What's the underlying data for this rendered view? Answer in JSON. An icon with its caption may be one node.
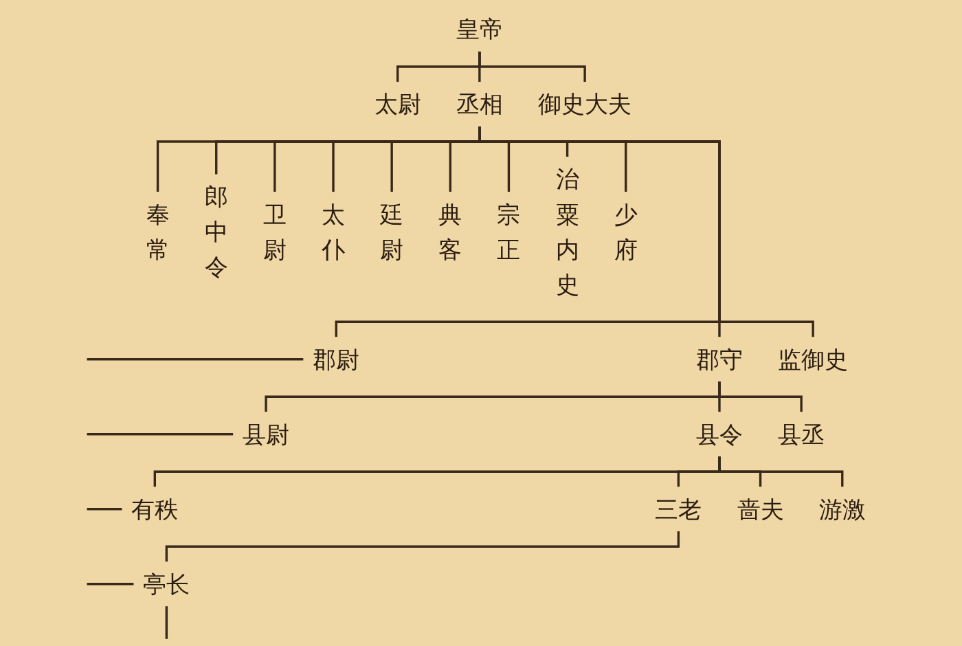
{
  "diagram": {
    "nodes": [
      {
        "text": [
          "皇帝"
        ]
      },
      {
        "text": [
          "太尉"
        ]
      },
      {
        "text": [
          "丞相"
        ]
      },
      {
        "text": [
          "御史大夫"
        ]
      },
      {
        "text": [
          "奉常"
        ]
      },
      {
        "text": [
          "郎中令"
        ]
      },
      {
        "text": [
          "卫尉"
        ]
      },
      {
        "text": [
          "太仆"
        ]
      },
      {
        "text": [
          "廷尉"
        ]
      },
      {
        "text": [
          "典客"
        ]
      },
      {
        "text": [
          "宗正"
        ]
      },
      {
        "text": [
          "治粟内史"
        ]
      },
      {
        "text": [
          "少府"
        ]
      },
      {
        "text": [
          "郡尉"
        ]
      },
      {
        "text": [
          "郡守"
        ]
      },
      {
        "text": [
          "监御史"
        ]
      },
      {
        "text": [
          "县尉"
        ]
      },
      {
        "text": [
          "县令"
        ]
      },
      {
        "text": [
          "县丞"
        ]
      },
      {
        "text": [
          "有秩"
        ]
      },
      {
        "text": [
          "三老"
        ]
      },
      {
        "text": [
          "啬夫"
        ]
      },
      {
        "text": [
          "游激"
        ]
      },
      {
        "text": [
          "亭长"
        ]
      }
    ],
    "edges": [
      {
        "from": 0,
        "to": 1,
        "arrow": "none"
      },
      {
        "from": 0,
        "to": 2,
        "arrow": "none"
      },
      {
        "from": 0,
        "to": 3,
        "arrow": "none"
      },
      {
        "from": 2,
        "to": 4,
        "arrow": "none"
      },
      {
        "from": 2,
        "to": 5,
        "arrow": "none"
      },
      {
        "from": 2,
        "to": 6,
        "arrow": "none"
      },
      {
        "from": 2,
        "to": 7,
        "arrow": "none"
      },
      {
        "from": 2,
        "to": 8,
        "arrow": "none"
      },
      {
        "from": 2,
        "to": 9,
        "arrow": "none"
      },
      {
        "from": 2,
        "to": 10,
        "arrow": "none"
      },
      {
        "from": 2,
        "to": 11,
        "arrow": "none"
      },
      {
        "from": 2,
        "to": 12,
        "arrow": "none"
      },
      {
        "from": 2,
        "to": 13,
        "arrow": "none"
      },
      {
        "from": 2,
        "to": 14,
        "arrow": "none"
      },
      {
        "from": 2,
        "to": 15,
        "arrow": "none"
      },
      {
        "from": 14,
        "to": 16,
        "arrow": "none"
      },
      {
        "from": 14,
        "to": 17,
        "arrow": "none"
      },
      {
        "from": 14,
        "to": 18,
        "arrow": "none"
      },
      {
        "from": 17,
        "to": 19,
        "arrow": "none"
      },
      {
        "from": 17,
        "to": 20,
        "arrow": "none"
      },
      {
        "from": 17,
        "to": 21,
        "arrow": "none"
      },
      {
        "from": 17,
        "to": 22,
        "arrow": "none"
      },
      {
        "from": 20,
        "to": 23,
        "arrow": "none"
      },
      {
        "from": 23,
        "to": null,
        "arrow": "none"
      },
      {
        "from": null,
        "to": 13,
        "arrow": "none"
      },
      {
        "from": null,
        "to": 16,
        "arrow": "none"
      },
      {
        "from": null,
        "to": 19,
        "arrow": "none"
      },
      {
        "from": null,
        "to": 23,
        "arrow": "none"
      }
    ]
  }
}
